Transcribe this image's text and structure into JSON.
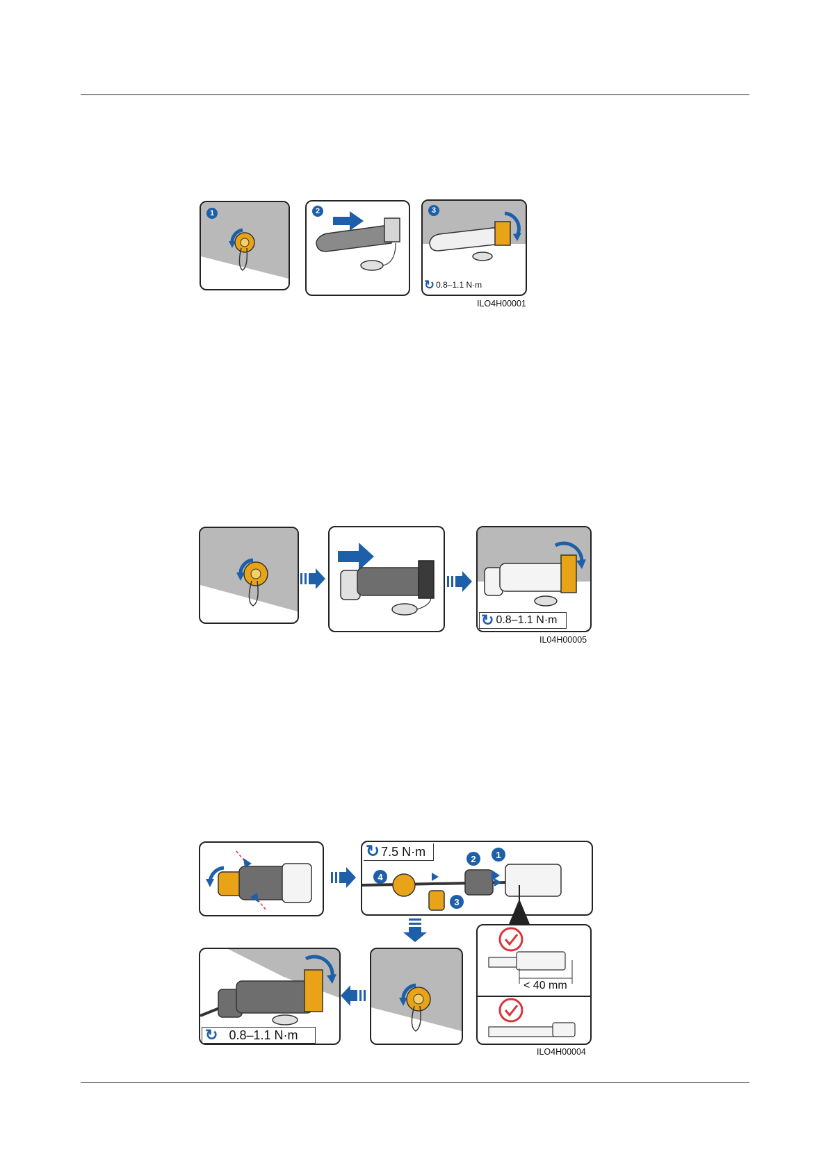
{
  "figures": [
    {
      "id": "ILO4H00001",
      "steps": [
        "1",
        "2",
        "3"
      ],
      "torque": "0.8–1.1 N·m"
    },
    {
      "id": "IL04H00005",
      "torque": "0.8–1.1 N·m"
    },
    {
      "id": "ILO4H00004",
      "torque_large": "7.5 N·m",
      "torque_final": "0.8–1.1 N·m",
      "steps": [
        "1",
        "2",
        "3",
        "4"
      ],
      "dimension": "< 40 mm"
    }
  ],
  "colors": {
    "accent": "#1d5fa8",
    "brass": "#e8a317",
    "check": "#d9343a",
    "wall": "#b9b9b9"
  }
}
